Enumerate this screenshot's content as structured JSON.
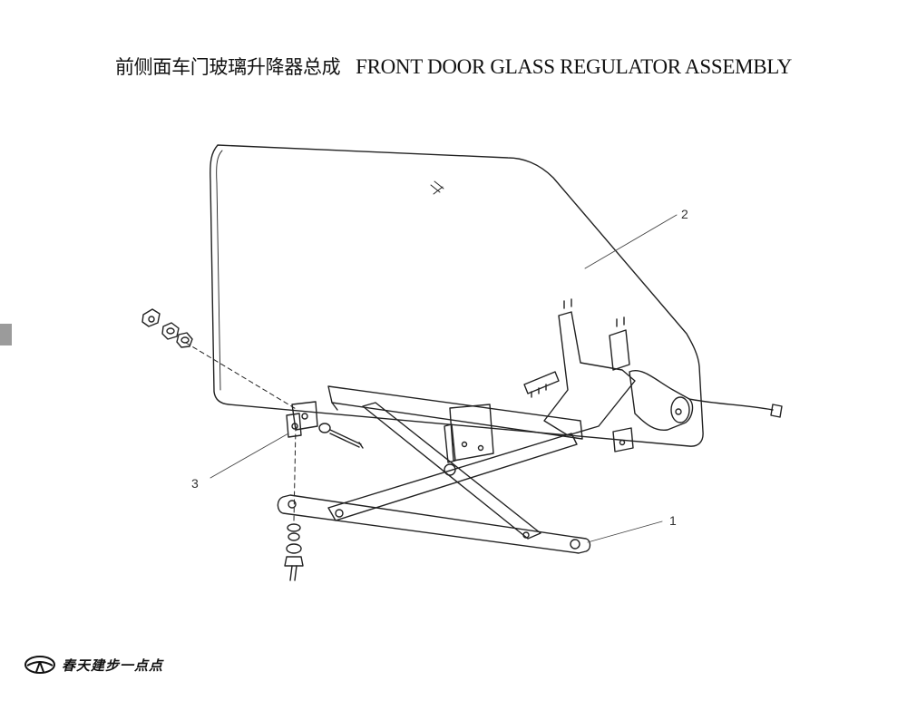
{
  "page": {
    "title_cn": "前侧面车门玻璃升降器总成",
    "title_en": "FRONT DOOR GLASS REGULATOR ASSEMBLY"
  },
  "callouts": [
    {
      "id": "1",
      "label": "1",
      "part": "regulator-arm-assembly"
    },
    {
      "id": "2",
      "label": "2",
      "part": "door-glass"
    },
    {
      "id": "3",
      "label": "3",
      "part": "mounting-bracket"
    }
  ],
  "footer": {
    "brand_text": "春天建步一点点",
    "logo_icon": "steering-wheel-logo-icon"
  },
  "colors": {
    "line": "#222222",
    "tab": "#9b9b9b"
  }
}
